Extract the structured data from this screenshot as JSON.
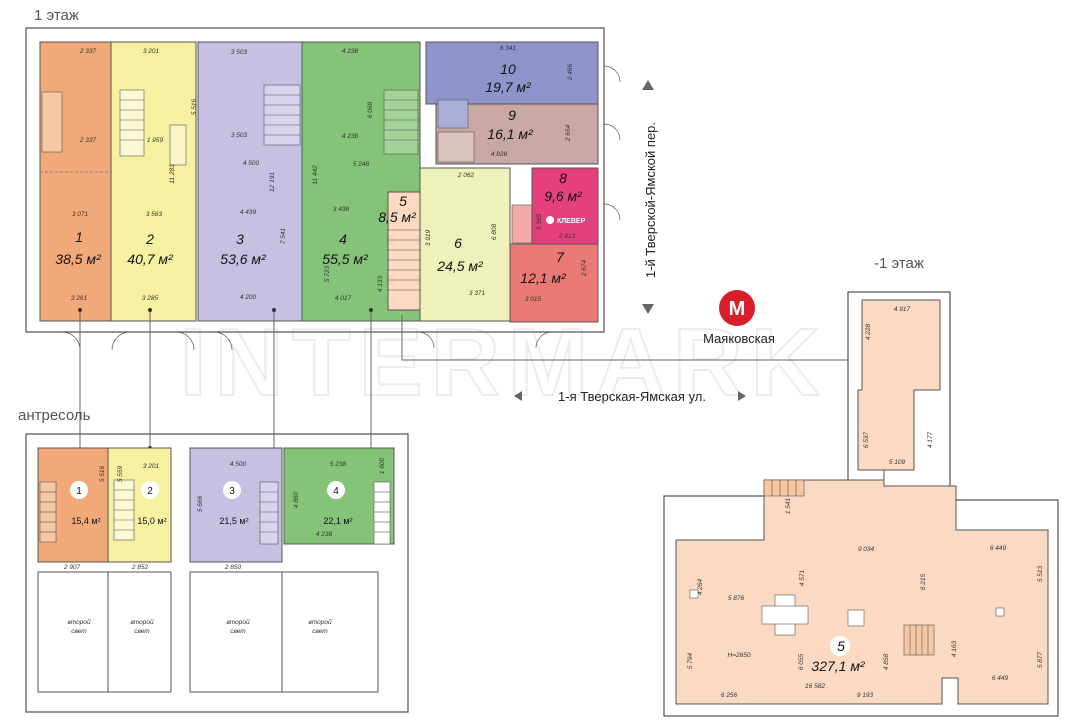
{
  "floors": {
    "ground": "1 этаж",
    "mezzanine": "антресоль",
    "basement": "-1 этаж"
  },
  "streets": {
    "main": "1-я Тверская-Ямская ул.",
    "side": "1-й Тверской-Ямской пер."
  },
  "metro": {
    "logo": "М",
    "station": "Маяковская"
  },
  "watermark": "INTERMARK",
  "colors": {
    "r1": "#f2a97a",
    "r2": "#f6f0a1",
    "r3": "#c6c1e3",
    "r4": "#85c478",
    "r5": "#fbd9c2",
    "r6": "#eef1b9",
    "r7": "#ea7a76",
    "r8": "#e63f7e",
    "r9": "#c8a7a4",
    "r10": "#8f95cc",
    "basement": "#fbd9c2",
    "metro": "#d81e2a"
  },
  "ground_rooms": [
    {
      "num": "1",
      "area": "38,5 м²"
    },
    {
      "num": "2",
      "area": "40,7 м²"
    },
    {
      "num": "3",
      "area": "53,6 м²"
    },
    {
      "num": "4",
      "area": "55,5 м²"
    },
    {
      "num": "5",
      "area": "8,5 м²"
    },
    {
      "num": "6",
      "area": "24,5 м²"
    },
    {
      "num": "7",
      "area": "12,1 м²"
    },
    {
      "num": "8",
      "area": "9,6 м²"
    },
    {
      "num": "9",
      "area": "16,1 м²"
    },
    {
      "num": "10",
      "area": "19,7 м²"
    }
  ],
  "tenant_logo": "КЛЕВЕР",
  "mezz_rooms": [
    {
      "num": "1",
      "area": "15,4 м²"
    },
    {
      "num": "2",
      "area": "15,0 м²"
    },
    {
      "num": "3",
      "area": "21,5 м²"
    },
    {
      "num": "4",
      "area": "22,1 м²"
    }
  ],
  "double_height": [
    "второй",
    "свет"
  ],
  "basement_room": {
    "num": "5",
    "area": "327,1 м²"
  },
  "dims_ground": [
    "2 337",
    "3 201",
    "3 503",
    "4 238",
    "2 337",
    "1 959",
    "3 503",
    "4 238",
    "5 516",
    "6 068",
    "11 283",
    "4 500",
    "5 248",
    "11 442",
    "12 191",
    "3 071",
    "3 563",
    "4 439",
    "3 438",
    "7 541",
    "5 723",
    "4 133",
    "3 261",
    "3 285",
    "4 200",
    "4 017",
    "6 341",
    "2 466",
    "2 654",
    "4 828",
    "2 062",
    "6 808",
    "3 919",
    "3 365",
    "2 813",
    "2 674",
    "3 371",
    "3 015"
  ],
  "dims_mezz": [
    "5 516",
    "3 201",
    "5 559",
    "4 500",
    "5 238",
    "1 600",
    "5 666",
    "4 860",
    "4 238",
    "2 907",
    "2 852",
    "2 850"
  ],
  "dims_basement": [
    "4 917",
    "4 228",
    "6 537",
    "4 177",
    "5 109",
    "1 541",
    "9 034",
    "6 449",
    "4 264",
    "4 571",
    "6 215",
    "5 513",
    "5 876",
    "5 794",
    "H=2650",
    "6 055",
    "4 858",
    "4 163",
    "5 877",
    "6 256",
    "16 582",
    "9 193",
    "6 449"
  ]
}
